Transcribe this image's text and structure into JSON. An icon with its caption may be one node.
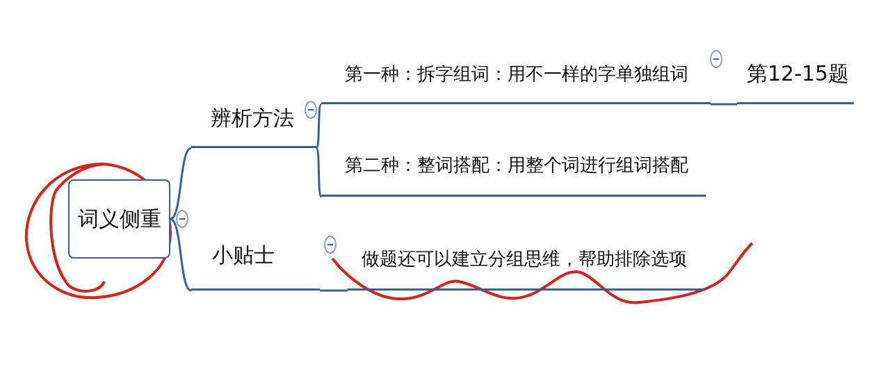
{
  "diagram": {
    "nodes": [
      {
        "text": [
          "词义侧重"
        ]
      },
      {
        "text": [
          "辨析方法"
        ]
      },
      {
        "text": [
          "第一种：拆字组词：用不一样的字单独组词"
        ]
      },
      {
        "text": [
          "第12-15题"
        ]
      },
      {
        "text": [
          "第二种：整词搭配：用整个词进行组词搭配"
        ]
      },
      {
        "text": [
          "小贴士"
        ]
      },
      {
        "text": [
          "做题还可以建立分组思维，帮助排除选项"
        ]
      }
    ],
    "edges": [
      {
        "from": 0,
        "to": 1,
        "arrow": "none"
      },
      {
        "from": 0,
        "to": 5,
        "arrow": "none"
      },
      {
        "from": 1,
        "to": 2,
        "arrow": "none"
      },
      {
        "from": 1,
        "to": 4,
        "arrow": "none"
      },
      {
        "from": 2,
        "to": 3,
        "arrow": "none"
      },
      {
        "from": 5,
        "to": 6,
        "arrow": "none"
      }
    ]
  }
}
